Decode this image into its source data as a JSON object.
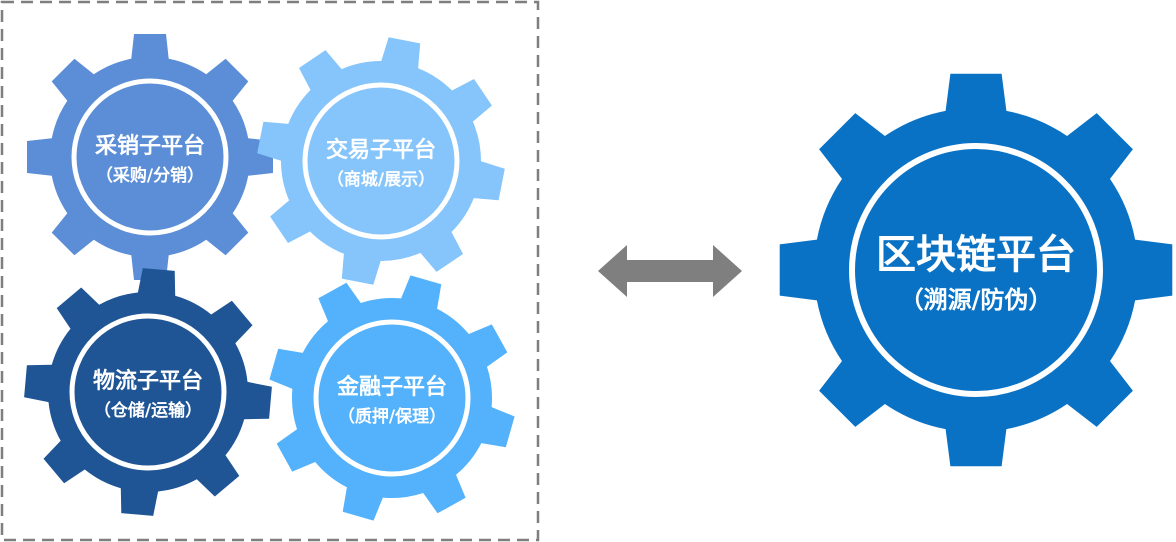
{
  "colors": {
    "frame_border": "#7f7f7f",
    "arrow": "#7f7f7f",
    "ring": "#ffffff"
  },
  "gears": [
    {
      "id": "procurement",
      "title": "采销子平台",
      "subtitle": "（采购/分销）",
      "color": "#5b8ed6"
    },
    {
      "id": "trade",
      "title": "交易子平台",
      "subtitle": "（商城/展示）",
      "color": "#85c5fb"
    },
    {
      "id": "logistics",
      "title": "物流子平台",
      "subtitle": "（仓储/运输）",
      "color": "#1f5595"
    },
    {
      "id": "finance",
      "title": "金融子平台",
      "subtitle": "（质押/保理）",
      "color": "#53b2fb"
    },
    {
      "id": "blockchain",
      "title": "区块链平台",
      "subtitle": "（溯源/防伪）",
      "color": "#0a72c5"
    }
  ]
}
